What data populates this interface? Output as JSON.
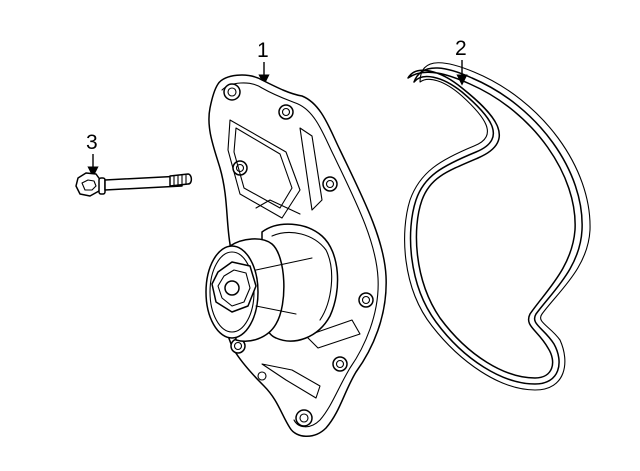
{
  "diagram": {
    "callouts": [
      {
        "number": "1",
        "part": "water-pump"
      },
      {
        "number": "2",
        "part": "gasket"
      },
      {
        "number": "3",
        "part": "bolt"
      }
    ]
  }
}
